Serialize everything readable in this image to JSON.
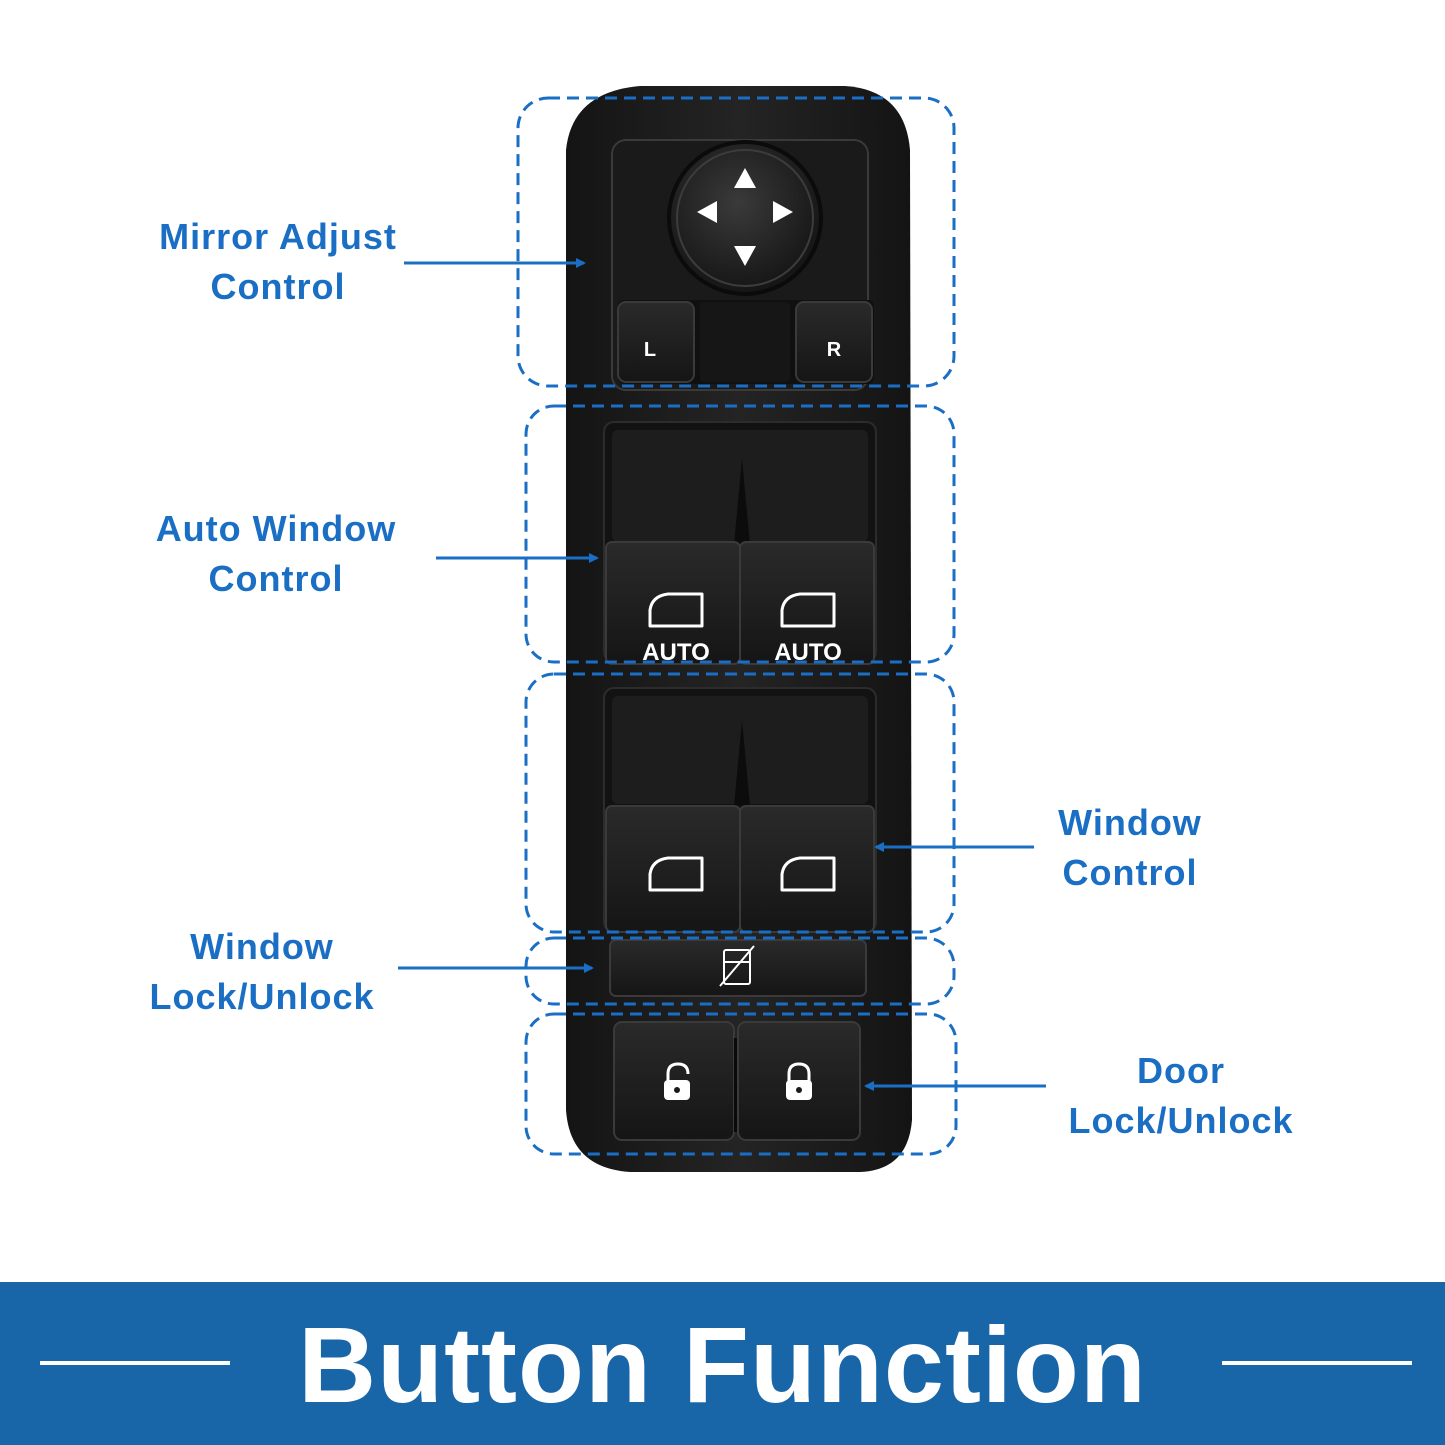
{
  "callouts": {
    "mirror_adjust": [
      "Mirror Adjust",
      "Control"
    ],
    "auto_window": [
      "Auto Window",
      "Control"
    ],
    "window_control": [
      "Window",
      "Control"
    ],
    "window_lock": [
      "Window",
      "Lock/Unlock"
    ],
    "door_lock": [
      "Door",
      "Lock/Unlock"
    ]
  },
  "switch_labels": {
    "mirror_left": "L",
    "mirror_right": "R",
    "auto_left": "AUTO",
    "auto_right": "AUTO"
  },
  "banner": {
    "title": "Button Function"
  },
  "colors": {
    "accent": "#1a6fc4",
    "banner": "#1865a8",
    "panel": "#1c1c1c"
  },
  "icons": [
    "up-arrow-icon",
    "down-arrow-icon",
    "left-arrow-icon",
    "right-arrow-icon",
    "window-icon",
    "window-lock-icon",
    "unlocked-padlock-icon",
    "locked-padlock-icon"
  ]
}
